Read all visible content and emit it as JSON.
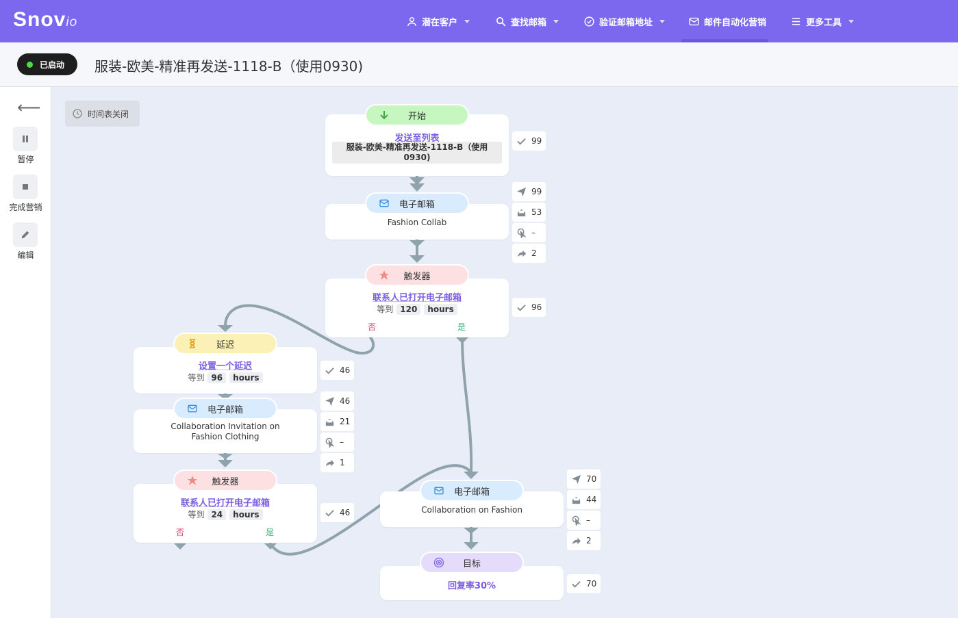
{
  "brand": {
    "name": "Snov",
    "suffix": "io"
  },
  "nav": [
    {
      "label": "潜在客户",
      "icon": "user-icon",
      "dropdown": true
    },
    {
      "label": "查找邮箱",
      "icon": "search-icon",
      "dropdown": true
    },
    {
      "label": "验证邮箱地址",
      "icon": "check-circle-icon",
      "dropdown": true
    },
    {
      "label": "邮件自动化营销",
      "icon": "mail-icon",
      "dropdown": false,
      "active": true
    },
    {
      "label": "更多工具",
      "icon": "menu-icon",
      "dropdown": true
    }
  ],
  "campaign": {
    "status": "已启动",
    "title": "服装-欧美-精准再发送-1118-B（使用0930)"
  },
  "sidebar": {
    "pause": "暂停",
    "finish": "完成营销",
    "edit": "编辑"
  },
  "schedule": {
    "label": "时间表关闭"
  },
  "nodes": {
    "start": {
      "tag": "开始",
      "title": "发送至列表",
      "list": "服装-欧美-精准再发送-1118-B（使用0930)",
      "stat": "99"
    },
    "email1": {
      "tag": "电子邮箱",
      "subject": "Fashion Collab",
      "sent": "99",
      "opened": "53",
      "clicked": "–",
      "replied": "2"
    },
    "trigger1": {
      "tag": "触发器",
      "title": "联系人已打开电子邮箱",
      "wait_prefix": "等到",
      "wait_value": "120",
      "wait_unit": "hours",
      "no": "否",
      "yes": "是",
      "stat": "96"
    },
    "delay": {
      "tag": "延迟",
      "title": "设置一个延迟",
      "wait_prefix": "等到",
      "wait_value": "96",
      "wait_unit": "hours",
      "stat": "46"
    },
    "email2": {
      "tag": "电子邮箱",
      "subject": "Collaboration Invitation on Fashion Clothing",
      "sent": "46",
      "opened": "21",
      "clicked": "–",
      "replied": "1"
    },
    "trigger2": {
      "tag": "触发器",
      "title": "联系人已打开电子邮箱",
      "wait_prefix": "等到",
      "wait_value": "24",
      "wait_unit": "hours",
      "no": "否",
      "yes": "是",
      "stat": "46"
    },
    "email3": {
      "tag": "电子邮箱",
      "subject": "Collaboration on Fashion",
      "sent": "70",
      "opened": "44",
      "clicked": "–",
      "replied": "2"
    },
    "goal": {
      "tag": "目标",
      "title": "回复率30%",
      "stat": "70"
    }
  },
  "colors": {
    "brand": "#7b68ee",
    "accent_text": "#7b5fe0",
    "edge": "#8fa3ad",
    "canvas": "#e9edf7"
  }
}
